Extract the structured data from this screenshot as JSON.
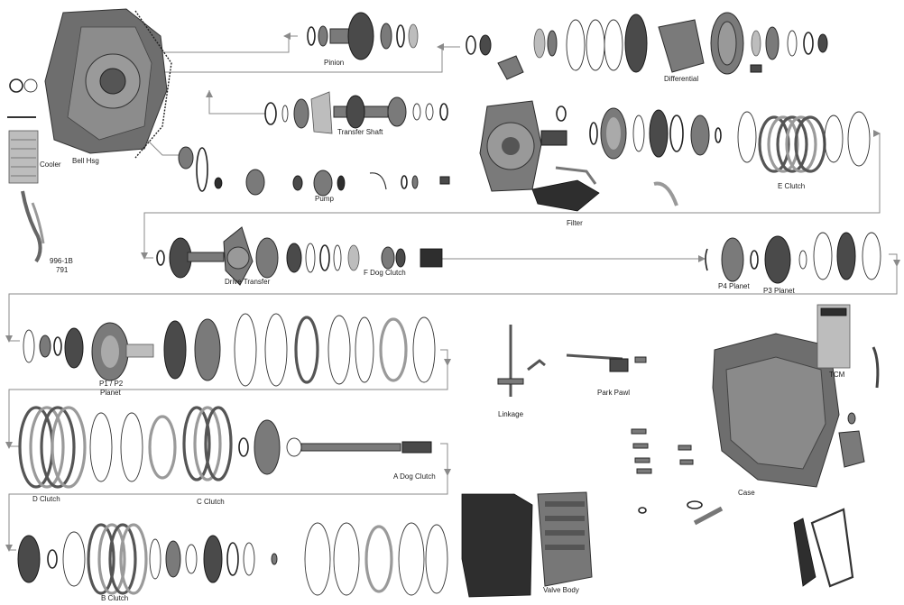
{
  "labels": {
    "pinion": "Pinion",
    "differential": "Differential",
    "bell_hsg": "Bell Hsg",
    "cooler": "Cooler",
    "transfer_shaft": "Transfer Shaft",
    "pump": "Pump",
    "filter": "Filter",
    "e_clutch": "E Clutch",
    "part_996": "996-1B",
    "part_791": "791",
    "drive_transfer": "Drive Transfer",
    "f_dog_clutch": "F Dog Clutch",
    "p4_planet": "P4 Planet",
    "p3_planet": "P3 Planet",
    "tcm": "TCM",
    "p1p2_line1": "P1 / P2",
    "p1p2_line2": "Planet",
    "park_pawl": "Park Pawl",
    "linkage": "Linkage",
    "d_clutch": "D Clutch",
    "c_clutch": "C Clutch",
    "a_dog_clutch": "A Dog Clutch",
    "case": "Case",
    "b_clutch": "B Clutch",
    "valve_body": "Valve Body"
  },
  "colors": {
    "background": "#ffffff",
    "parts_dark": "#2e2e2e",
    "parts_mid": "#7a7a7a",
    "flow_line": "#8a8a8a"
  }
}
